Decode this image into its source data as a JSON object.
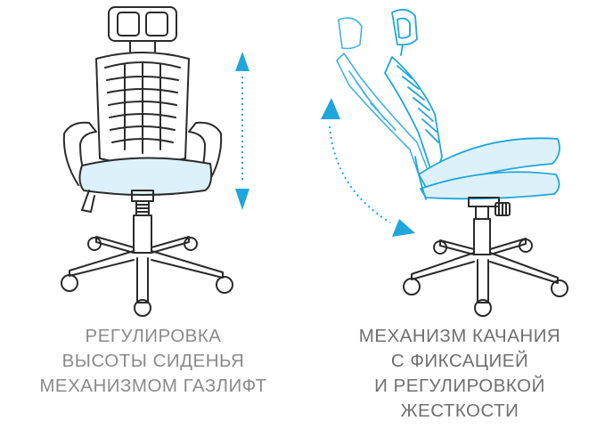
{
  "captions": {
    "left": [
      "РЕГУЛИРОВКА",
      "ВЫСОТЫ СИДЕНЬЯ",
      "МЕХАНИЗМОМ ГАЗЛИФТ"
    ],
    "right": [
      "МЕХАНИЗМ КАЧАНИЯ",
      "С ФИКСАЦИЕЙ",
      "И РЕГУЛИРОВКОЙ",
      "ЖЕСТКОСТИ"
    ]
  },
  "colors": {
    "accent": "#1fa6dc",
    "seat_fill": "#dcf1fa",
    "line": "#2b2b2b",
    "caption_left": "#8a8a8a",
    "caption_right": "#6f6f6f"
  },
  "icons": {
    "height_arrow": "double-vertical-arrow-icon",
    "tilt_arrow": "curved-double-arrow-icon"
  }
}
